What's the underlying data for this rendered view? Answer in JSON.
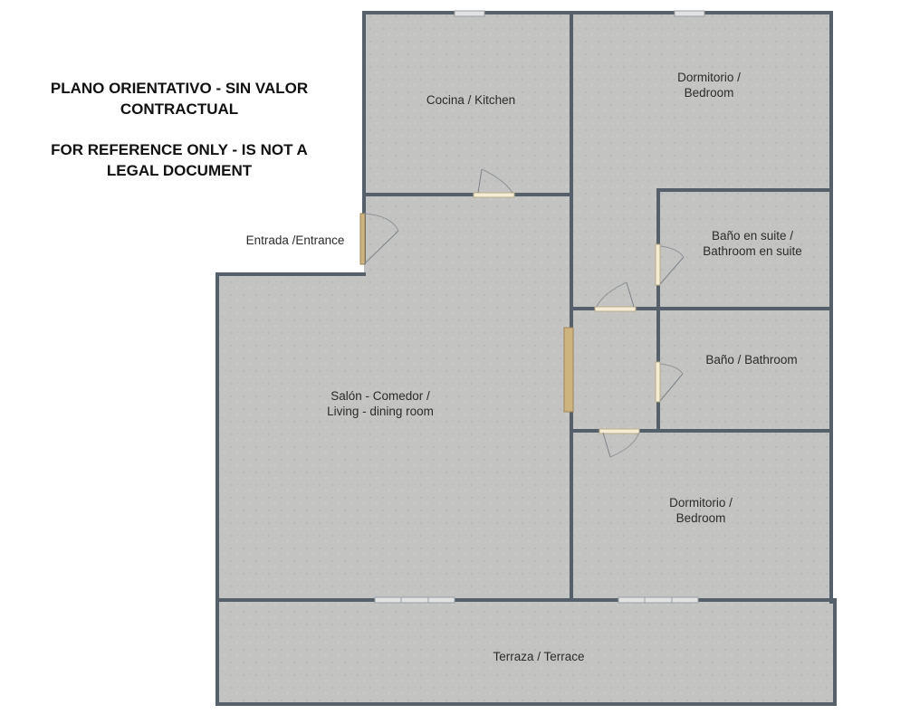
{
  "disclaimer": {
    "es": "PLANO ORIENTATIVO - SIN VALOR CONTRACTUAL",
    "en": "FOR REFERENCE ONLY - IS NOT A LEGAL DOCUMENT"
  },
  "rooms": {
    "kitchen": "Cocina / Kitchen",
    "bedroom_top": "Dormitorio / Bedroom",
    "entrance": "Entrada /Entrance",
    "suite_bath": "Baño en suite / Bathroom en suite",
    "bathroom": "Baño / Bathroom",
    "living": "Salón - Comedor / Living - dining room",
    "bedroom_bottom": "Dormitorio / Bedroom",
    "terrace": "Terraza / Terrace"
  },
  "colors": {
    "wall": "#56606b",
    "floor": "#c3c3c1",
    "door": "#f4ecd4",
    "door_outline": "#b9ad8c",
    "sliding_door": "#cdb47e",
    "window": "#e2e2e2"
  }
}
